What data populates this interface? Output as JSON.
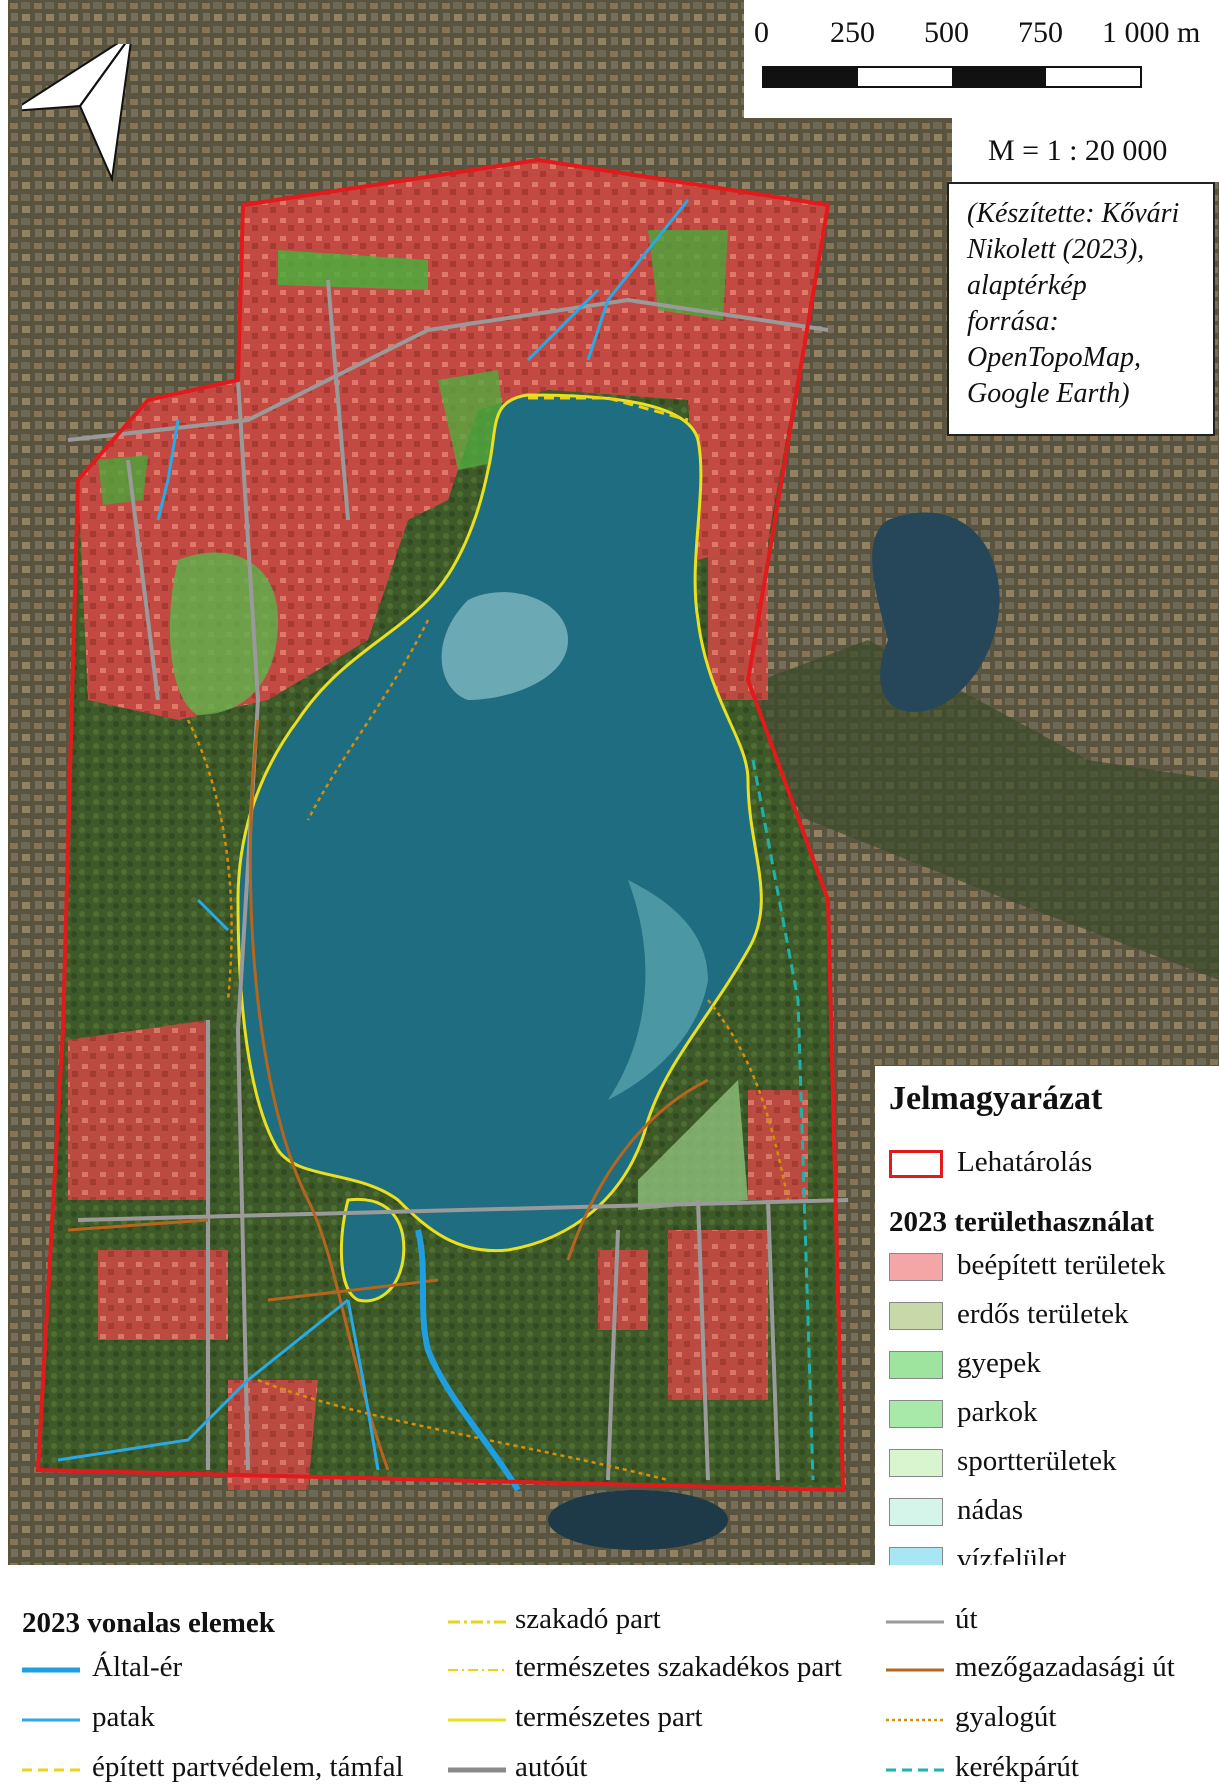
{
  "scale_bar": {
    "ticks": [
      "0",
      "250",
      "500",
      "750",
      "1 000 m"
    ]
  },
  "scale_ratio": "M = 1 : 20 000",
  "credit": {
    "lines": [
      "(Készítette: Kővári",
      "Nikolett (2023),",
      "alaptérkép",
      "forrása:",
      "OpenTopoMap,",
      "Google Earth)"
    ]
  },
  "north_arrow": {
    "icon": "north-arrow-icon"
  },
  "legend": {
    "title": "Jelmagyarázat",
    "boundary": {
      "label": "Lehatárolás",
      "color": "#e31a1c"
    },
    "landuse_title": "2023 területhasználat",
    "landuse": [
      {
        "label": "beépített területek",
        "color": "#f4a6a6"
      },
      {
        "label": "erdős területek",
        "color": "#c8d8a8"
      },
      {
        "label": "gyepek",
        "color": "#9ee39e"
      },
      {
        "label": "parkok",
        "color": "#a8e8a8"
      },
      {
        "label": "sportterületek",
        "color": "#d8f5d0"
      },
      {
        "label": "nádas",
        "color": "#d5f5ea"
      },
      {
        "label": "vízfelület",
        "color": "#a8e6f4"
      }
    ]
  },
  "line_legend": {
    "title": "2023 vonalas elemek",
    "col1": [
      {
        "label": "Által-ér",
        "color": "#1f9fe0",
        "style": "solid-thick"
      },
      {
        "label": "patak",
        "color": "#29a9e6",
        "style": "solid"
      },
      {
        "label": "épített partvédelem, támfal",
        "color": "#e8d21a",
        "style": "dashed"
      }
    ],
    "col2": [
      {
        "label": "szakadó part",
        "color": "#e8d21a",
        "style": "dashdot"
      },
      {
        "label": "természetes szakadékos part",
        "color": "#e8d21a",
        "style": "dashdot-thin"
      },
      {
        "label": "természetes part",
        "color": "#e8e020",
        "style": "solid"
      },
      {
        "label": "autóút",
        "color": "#8a8a8a",
        "style": "solid-thick"
      }
    ],
    "col3": [
      {
        "label": "út",
        "color": "#9a9a9a",
        "style": "solid"
      },
      {
        "label": "mezőgazadasági út",
        "color": "#b5651d",
        "style": "solid"
      },
      {
        "label": "gyalogút",
        "color": "#d4900c",
        "style": "dotted"
      },
      {
        "label": "kerékpárút",
        "color": "#20b2aa",
        "style": "dashed"
      }
    ]
  }
}
